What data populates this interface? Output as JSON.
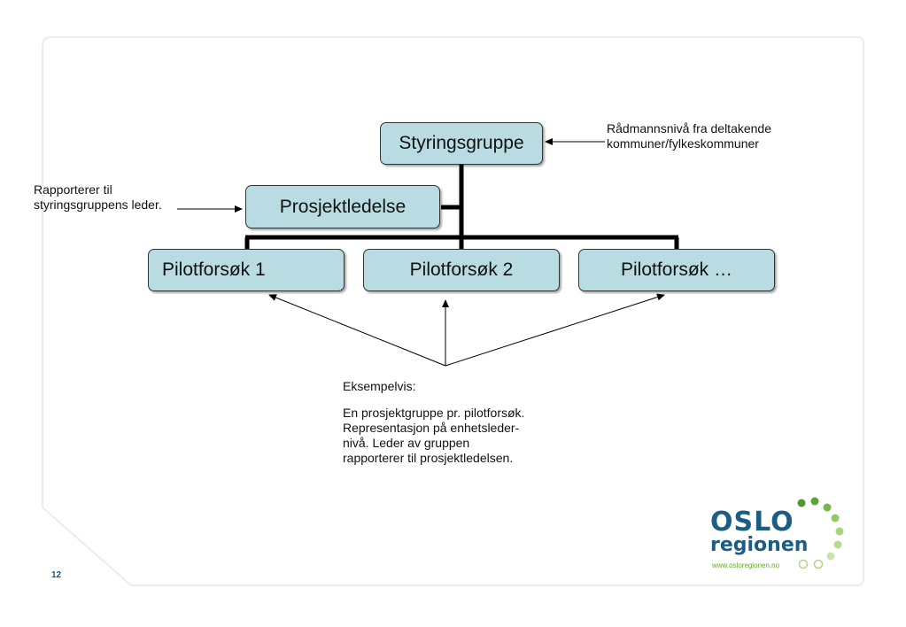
{
  "diagram": {
    "nodes": {
      "steering": "Styringsgruppe",
      "project_mgmt": "Prosjektledelse",
      "pilot_1": "Pilotforsøk 1",
      "pilot_2": "Pilotforsøk 2",
      "pilot_n": "Pilotforsøk …"
    },
    "annotations": {
      "steering_note": [
        "Rådmannsnivå fra deltakende",
        "kommuner/fylkeskommuner"
      ],
      "project_note": [
        "Rapporterer til",
        "styringsgruppens leder."
      ],
      "example_heading": "Eksempelvis:",
      "example_body": [
        "En prosjektgruppe pr. pilotforsøk.",
        "Representasjon på enhetsleder-",
        "nivå. Leder av gruppen",
        "rapporterer til prosjektledelsen."
      ]
    }
  },
  "footer": {
    "page_number": "12",
    "logo_line1": "OSLO",
    "logo_line2": "regionen",
    "logo_url": "www.osloregionen.no"
  },
  "colors": {
    "box_fill": "#b9dce2",
    "logo_blue": "#1b5d83",
    "logo_green": "#6aa32c"
  }
}
